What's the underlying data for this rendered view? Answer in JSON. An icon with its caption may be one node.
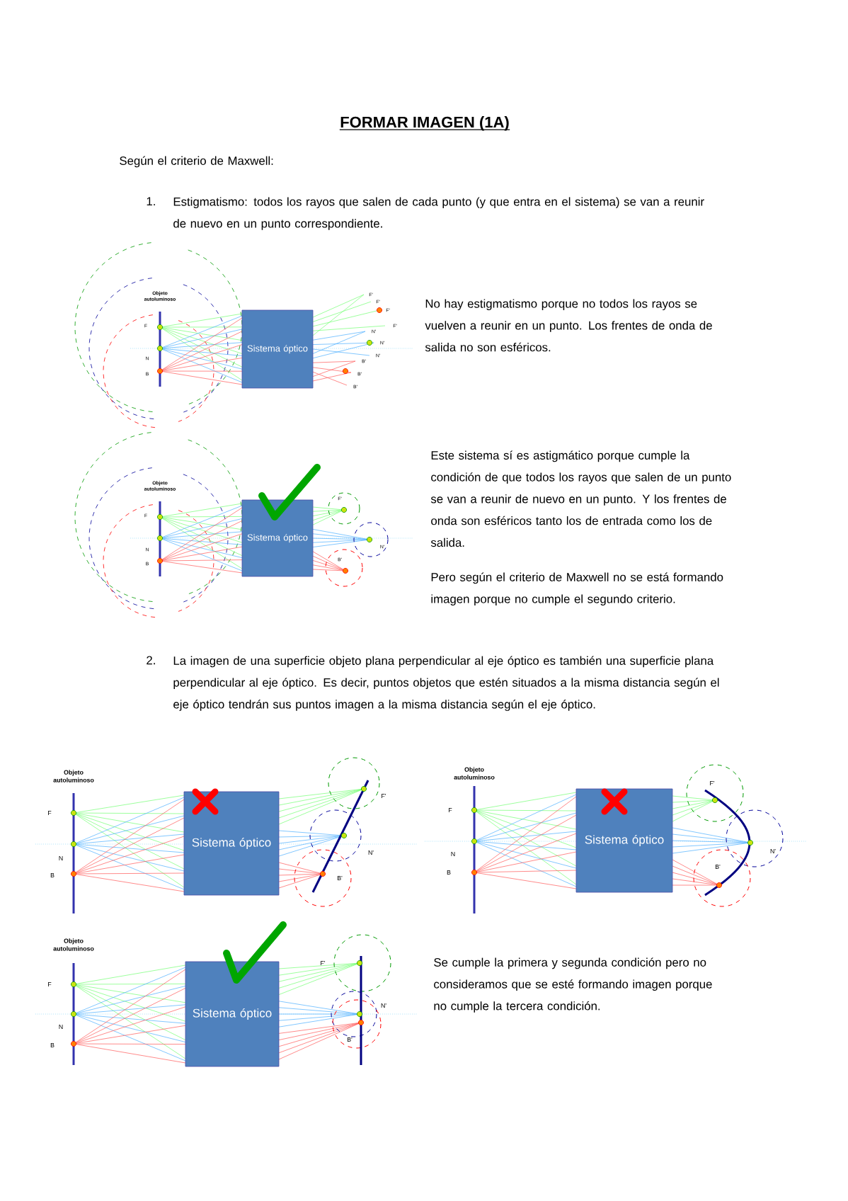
{
  "diagram": {
    "title": "FORMAR IMAGEN (1A)",
    "nodes": [
      {
        "text": [
          "Sistema óptico"
        ]
      },
      {
        "text": [
          "Sistema óptico"
        ]
      },
      {
        "text": [
          "Sistema óptico"
        ]
      },
      {
        "text": [
          "Sistema óptico"
        ]
      },
      {
        "text": [
          "Sistema óptico"
        ]
      }
    ],
    "labels": [
      "Según el criterio de Maxwell:",
      "1.",
      "Estigmatismo: todos los rayos que salen de cada punto (y que entra en el sistema) se van a reunir de nuevo en un punto correspondiente.",
      "Objeto autoluminoso",
      "F",
      "N",
      "B",
      "F'",
      "F'",
      "F'",
      "F'",
      "N'",
      "N'",
      "N'",
      "B'",
      "B'",
      "B'",
      "No hay estigmatismo porque no todos los rayos se vuelven a reunir en un punto. Los frentes de onda de salida no son esféricos.",
      "Objeto autoluminoso",
      "F",
      "N",
      "B",
      "F'",
      "N'",
      "B'",
      "Este sistema sí es astigmático porque cumple la condición de que todos los rayos que salen de un punto se van a reunir de nuevo en un punto. Y los frentes de onda son esféricos tanto los de entrada como los de salida.",
      "Pero según el criterio de Maxwell no se está formando imagen porque no cumple el segundo criterio.",
      "2.",
      "La imagen de una superficie objeto plana perpendicular al eje óptico es también una superficie plana perpendicular al eje óptico. Es decir, puntos objetos que estén situados a la misma distancia según el eje óptico tendrán sus puntos imagen a la misma distancia según el eje óptico.",
      "Objeto autoluminoso",
      "F",
      "N",
      "B",
      "F'",
      "N'",
      "B'",
      "Objeto autoluminoso",
      "F",
      "N",
      "B",
      "F'",
      "N'",
      "B'",
      "Objeto autoluminoso",
      "F",
      "N",
      "B",
      "F'",
      "N'",
      "B'",
      "Se cumple la primera y segunda condición pero no consideramos que se esté formando imagen porque no cumple la tercera condición."
    ]
  }
}
